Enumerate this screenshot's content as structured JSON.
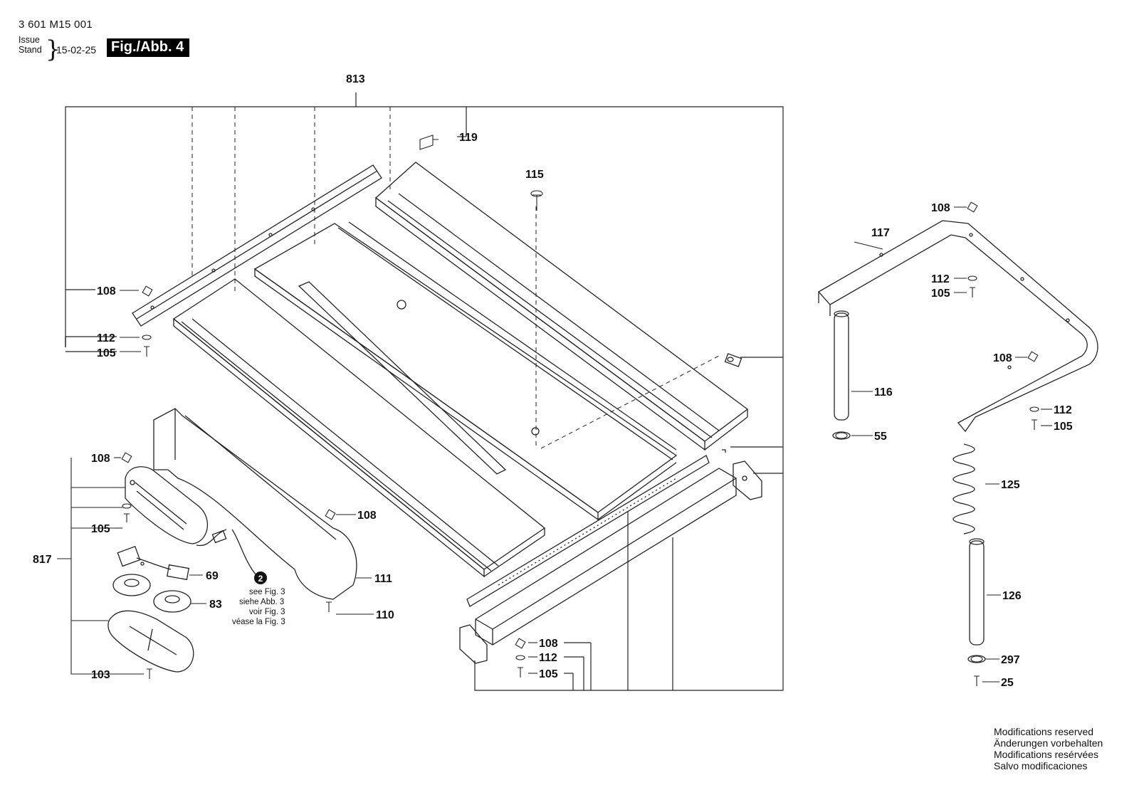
{
  "header": {
    "doc_number": "3 601 M15 001",
    "issue_label": "Issue",
    "stand_label": "Stand",
    "date": "15-02-25",
    "figure_title": "Fig./Abb. 4"
  },
  "part_labels": {
    "p813": "813",
    "p119": "119",
    "p115": "115",
    "p108a": "108",
    "p112a": "112",
    "p105a": "105",
    "p108b": "108",
    "p105b": "105",
    "p817": "817",
    "p108c": "108",
    "p111": "111",
    "p69": "69",
    "p83": "83",
    "p110": "110",
    "p103": "103",
    "p108d": "108",
    "p112d": "112",
    "p105d": "105",
    "p117": "117",
    "p108e": "108",
    "p112e": "112",
    "p105e": "105",
    "p108f": "108",
    "p112f": "112",
    "p105f": "105",
    "p116": "116",
    "p55": "55",
    "p125": "125",
    "p126": "126",
    "p297": "297",
    "p25": "25"
  },
  "reference_note": {
    "marker": "2",
    "lines": [
      "see Fig. 3",
      "siehe Abb. 3",
      "voir Fig. 3",
      "véase la Fig. 3"
    ]
  },
  "footer": {
    "lines": [
      "Modifications reserved",
      "Änderungen vorbehalten",
      "Modifications resérvées",
      "Salvo modificaciones"
    ]
  }
}
